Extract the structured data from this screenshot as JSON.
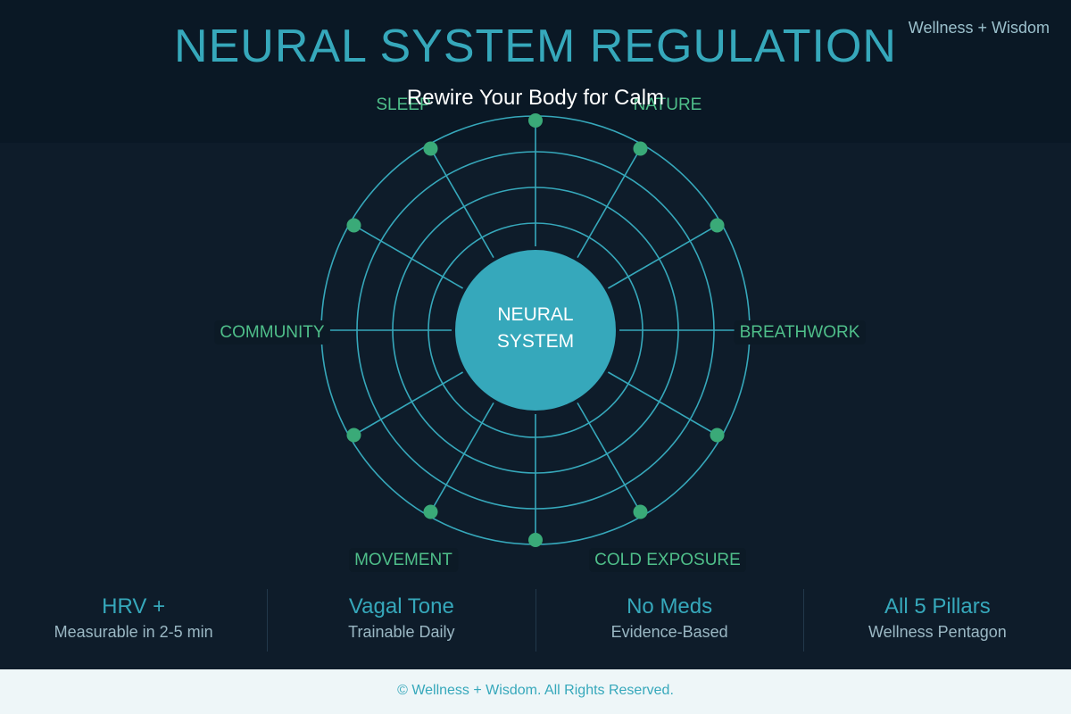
{
  "header": {
    "title": "NEURAL SYSTEM REGULATION",
    "subtitle": "Rewire Your Body for Calm",
    "brand": "Wellness + Wisdom"
  },
  "diagram": {
    "center_label_line1": "NEURAL",
    "center_label_line2": "SYSTEM",
    "pillars": [
      "SLEEP",
      "NATURE",
      "BREATHWORK",
      "COLD EXPOSURE",
      "MOVEMENT",
      "COMMUNITY"
    ],
    "ring_count": 5,
    "spoke_count": 12,
    "colors": {
      "accent": "#36a8bb",
      "node": "#3aaa78",
      "label": "#4fbf8a",
      "center_text": "#ffffff"
    }
  },
  "stats": [
    {
      "title": "HRV +",
      "subtitle": "Measurable in 2-5 min"
    },
    {
      "title": "Vagal Tone",
      "subtitle": "Trainable Daily"
    },
    {
      "title": "No Meds",
      "subtitle": "Evidence-Based"
    },
    {
      "title": "All 5 Pillars",
      "subtitle": "Wellness Pentagon"
    }
  ],
  "footer": {
    "text": "© Wellness + Wisdom. All Rights Reserved."
  }
}
